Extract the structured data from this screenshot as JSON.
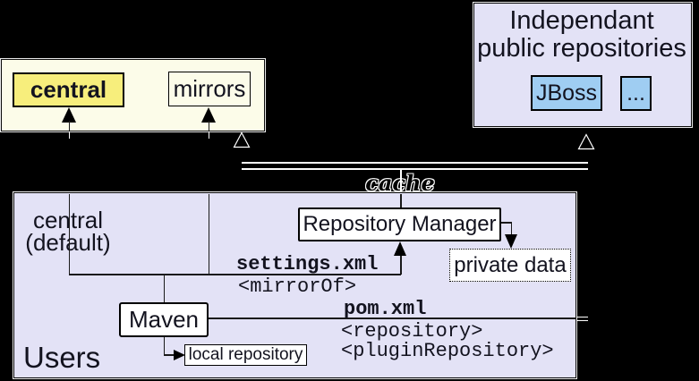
{
  "top_repos": {
    "central": "central",
    "mirrors": "mirrors"
  },
  "independent": {
    "title_line1": "Independant",
    "title_line2": "public repositories",
    "jboss": "JBoss",
    "more": "..."
  },
  "cache": {
    "label": "cache"
  },
  "users": {
    "panel_label": "Users",
    "central_default_line1": "central",
    "central_default_line2": "(default)",
    "repository_manager": "Repository Manager",
    "private_data": "private data",
    "settings_xml": "settings.xml",
    "mirror_of": "<mirrorOf>",
    "pom_xml": "pom.xml",
    "repository_tag": "<repository>",
    "plugin_repository_tag": "<pluginRepository>",
    "maven": "Maven",
    "local_repository": "local repository"
  },
  "colors": {
    "background": "#000000",
    "cream_panel": "#fcfce9",
    "central_yellow": "#f7ee7c",
    "lavender_panel": "#e3e2f6",
    "repo_blue": "#9fcdf2",
    "white_box": "#ffffff",
    "dark_line": "#1a1a1a",
    "light_line": "#ffffff"
  }
}
